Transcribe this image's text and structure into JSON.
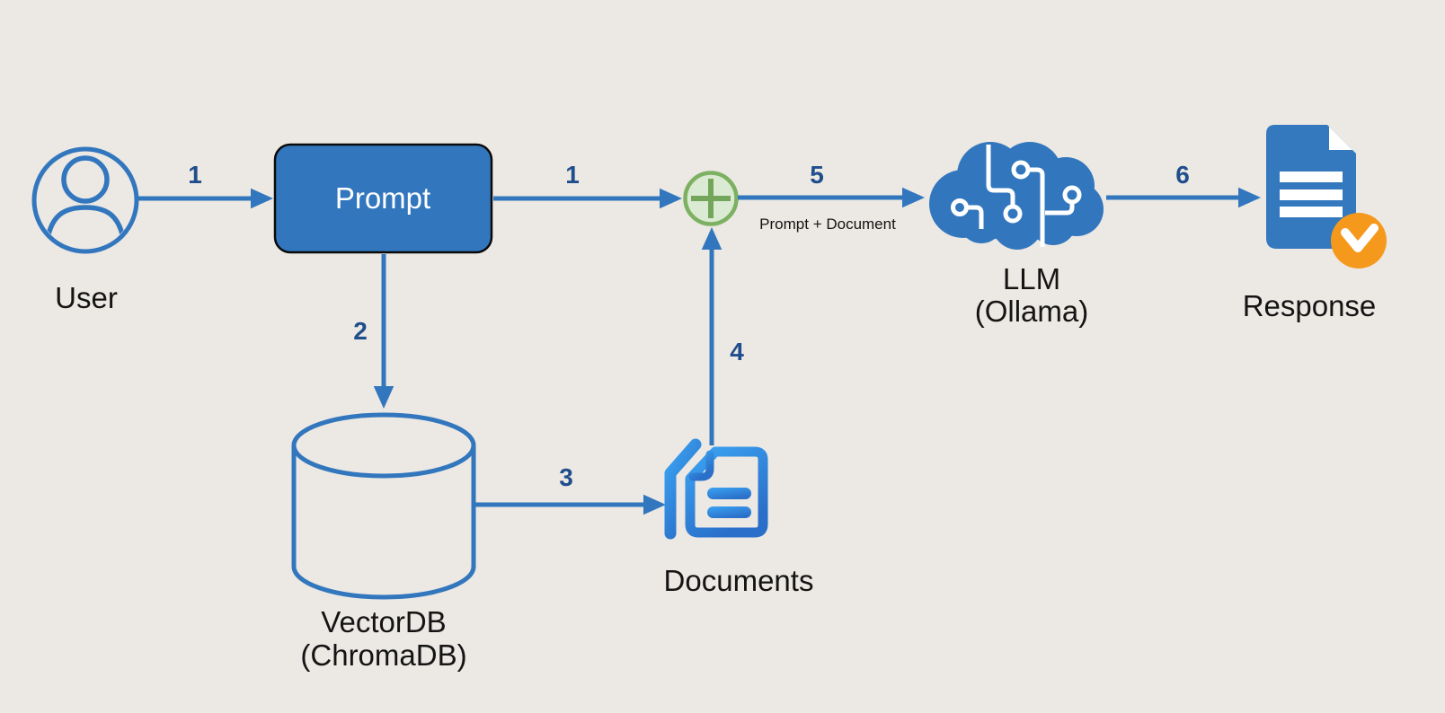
{
  "diagram": {
    "colors": {
      "background": "#ECE8E3",
      "shape_blue": "#3277BE",
      "arrow_blue": "#3277BE",
      "edge_number_blue": "#1F4E8C",
      "doc_icon_blue_light": "#3BA3F2",
      "doc_icon_blue_dark": "#2A6FC9",
      "merge_green_fill": "#DBEAD2",
      "merge_green_stroke": "#7CB161",
      "merge_plus_green": "#73A65A",
      "badge_orange": "#F5991D",
      "label_black": "#141414",
      "white": "#FFFFFF",
      "prompt_border_black": "#0A0A0A"
    },
    "nodes": {
      "user": {
        "icon": "user-icon",
        "label": "User"
      },
      "prompt": {
        "label": "Prompt"
      },
      "vectordb": {
        "icon": "database-cylinder-icon",
        "label": "VectorDB",
        "sublabel": "(ChromaDB)"
      },
      "documents": {
        "icon": "documents-icon",
        "label": "Documents"
      },
      "merge": {
        "icon": "plus-merge-icon"
      },
      "llm": {
        "icon": "brain-circuit-icon",
        "label": "LLM",
        "sublabel": "(Ollama)"
      },
      "response": {
        "icon": "document-check-icon",
        "label": "Response"
      }
    },
    "edges": {
      "user_to_prompt": {
        "label": "1"
      },
      "prompt_to_merge": {
        "label": "1"
      },
      "prompt_to_vectordb": {
        "label": "2"
      },
      "vectordb_to_documents": {
        "label": "3"
      },
      "documents_to_merge": {
        "label": "4"
      },
      "merge_to_llm": {
        "label": "5",
        "sublabel": "Prompt + Document"
      },
      "llm_to_response": {
        "label": "6"
      }
    }
  }
}
